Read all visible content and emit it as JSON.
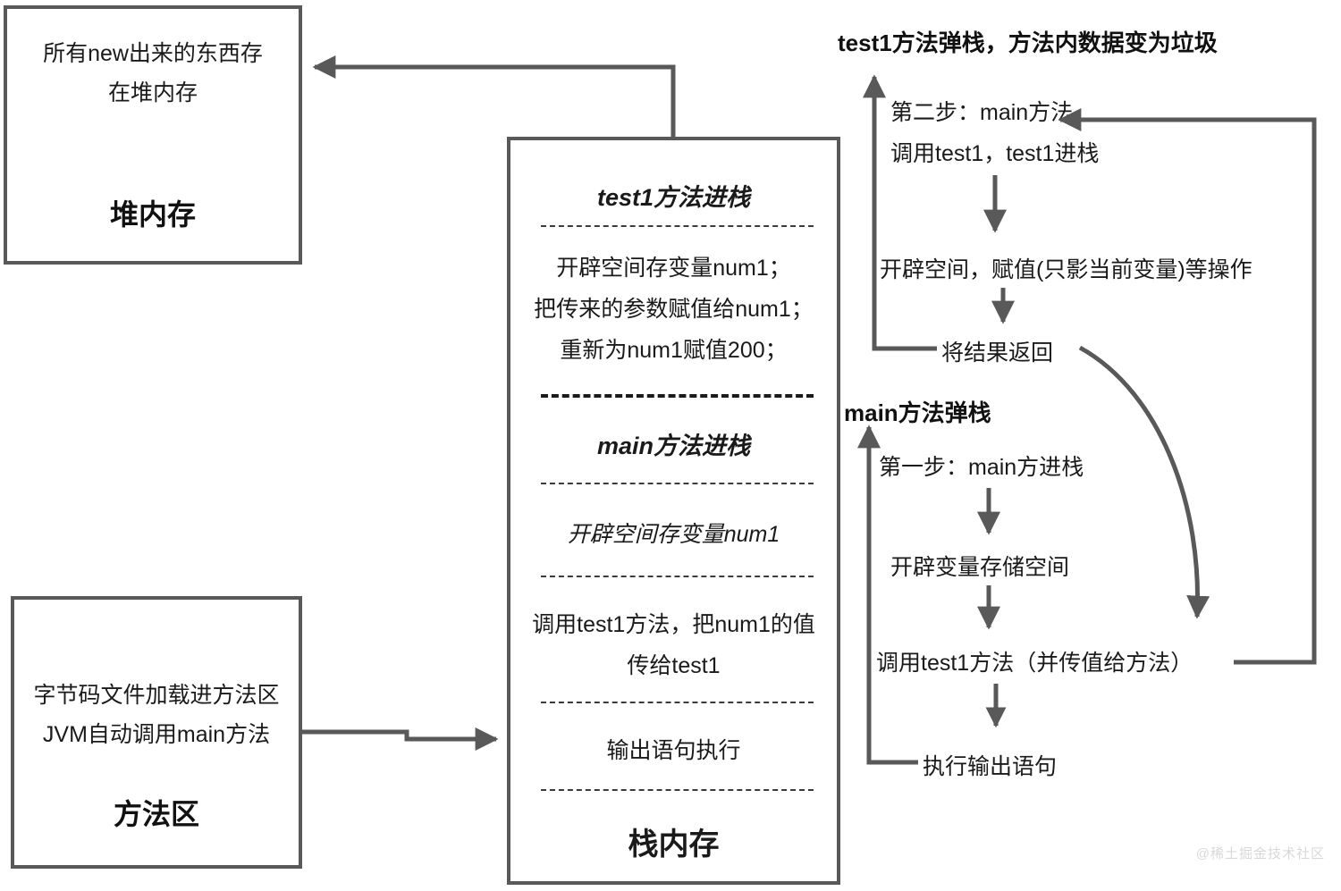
{
  "diagram": {
    "title_watermark": "@稀土掘金技术社区",
    "accent_color": "#595959",
    "line_color": "#595959",
    "text_color": "#1a1a1a"
  },
  "heap": {
    "line1": "所有new出来的东西存",
    "line2": "在堆内存",
    "title": "堆内存"
  },
  "method_area": {
    "line1": "字节码文件加载进方法区",
    "line2": "JVM自动调用main方法",
    "title": "方法区"
  },
  "stack": {
    "title": "栈内存",
    "cells": [
      {
        "name": "test1-frame-header",
        "text": "test1方法进栈"
      },
      {
        "name": "test1-frame-body-line1",
        "text": "开辟空间存变量num1；"
      },
      {
        "name": "test1-frame-body-line2",
        "text": "把传来的参数赋值给num1；"
      },
      {
        "name": "test1-frame-body-line3",
        "text": "重新为num1赋值200；"
      },
      {
        "name": "main-frame-header",
        "text": "main方法进栈"
      },
      {
        "name": "main-frame-var",
        "text": "开辟空间存变量num1"
      },
      {
        "name": "main-frame-call-line1",
        "text": "调用test1方法，把num1的值"
      },
      {
        "name": "main-frame-call-line2",
        "text": "传给test1"
      },
      {
        "name": "main-frame-print",
        "text": "输出语句执行"
      }
    ]
  },
  "flow": {
    "pop_test1": "test1方法弹栈，方法内数据变为垃圾",
    "step2_line1": "第二步：main方法",
    "step2_line2": "调用test1，test1进栈",
    "alloc_assign": "开辟空间，赋值(只影当前变量)等操作",
    "return_result": "将结果返回",
    "pop_main": "main方法弹栈",
    "step1": "第一步：main方进栈",
    "alloc_var": "开辟变量存储空间",
    "call_test1": "调用test1方法（并传值给方法）",
    "exec_print": "执行输出语句"
  }
}
